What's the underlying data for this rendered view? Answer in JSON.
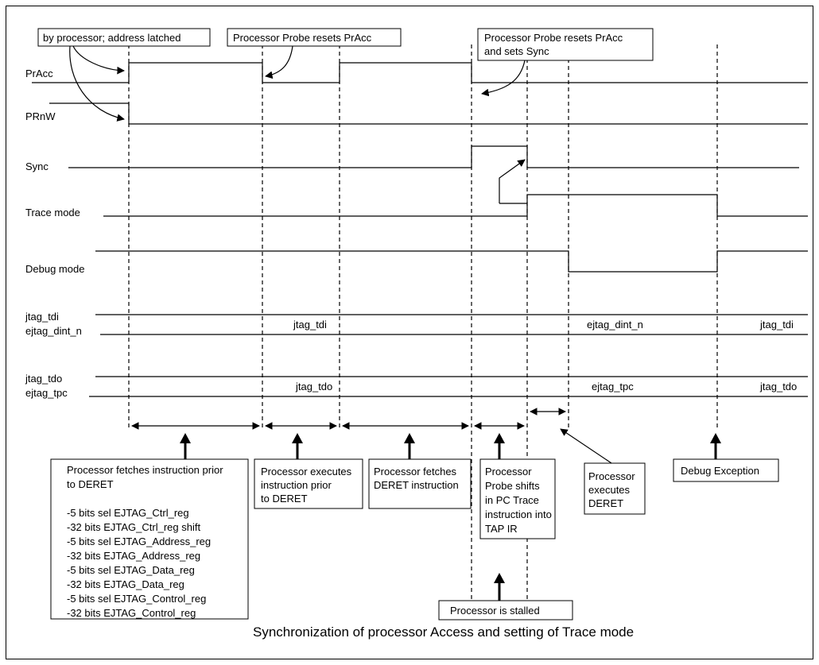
{
  "title": "Synchronization of processor Access and setting of Trace mode",
  "signals": {
    "pracc": "PrAcc",
    "prnw": "PRnW",
    "sync": "Sync",
    "trace_mode": "Trace mode",
    "debug_mode": "Debug mode",
    "jtag_tdi": "jtag_tdi",
    "ejtag_dint_n": "ejtag_dint_n",
    "jtag_tdo": "jtag_tdo",
    "ejtag_tpc": "ejtag_tpc"
  },
  "bus_values": {
    "tdi_1": "jtag_tdi",
    "dint": "ejtag_dint_n",
    "tdi_2": "jtag_tdi",
    "tdo_1": "jtag_tdo",
    "tpc": "ejtag_tpc",
    "tdo_2": "jtag_tdo"
  },
  "callouts": {
    "address_latched": "by processor; address latched",
    "probe_resets_1": "Processor Probe resets PrAcc",
    "probe_resets_2": [
      "Processor Probe resets PrAcc",
      "and sets Sync"
    ]
  },
  "phases": {
    "fetch_prior": [
      "Processor fetches instruction prior",
      "to DERET",
      "",
      "-5 bits  sel EJTAG_Ctrl_reg",
      "-32 bits EJTAG_Ctrl_reg shift",
      "-5 bits sel EJTAG_Address_reg",
      "-32 bits EJTAG_Address_reg",
      "-5 bits sel EJTAG_Data_reg",
      "-32 bits EJTAG_Data_reg",
      "-5 bits sel EJTAG_Control_reg",
      "-32 bits EJTAG_Control_reg"
    ],
    "exec_prior": [
      "Processor executes",
      "instruction  prior",
      "to DERET"
    ],
    "fetch_deret": [
      "Processor fetches",
      "DERET instruction"
    ],
    "probe_shifts": [
      "Processor",
      "Probe shifts",
      "in PC Trace",
      "instruction into",
      "TAP IR"
    ],
    "exec_deret": [
      "Processor",
      "executes",
      "DERET"
    ],
    "debug_exception": "Debug Exception",
    "stalled": "Processor is stalled"
  }
}
